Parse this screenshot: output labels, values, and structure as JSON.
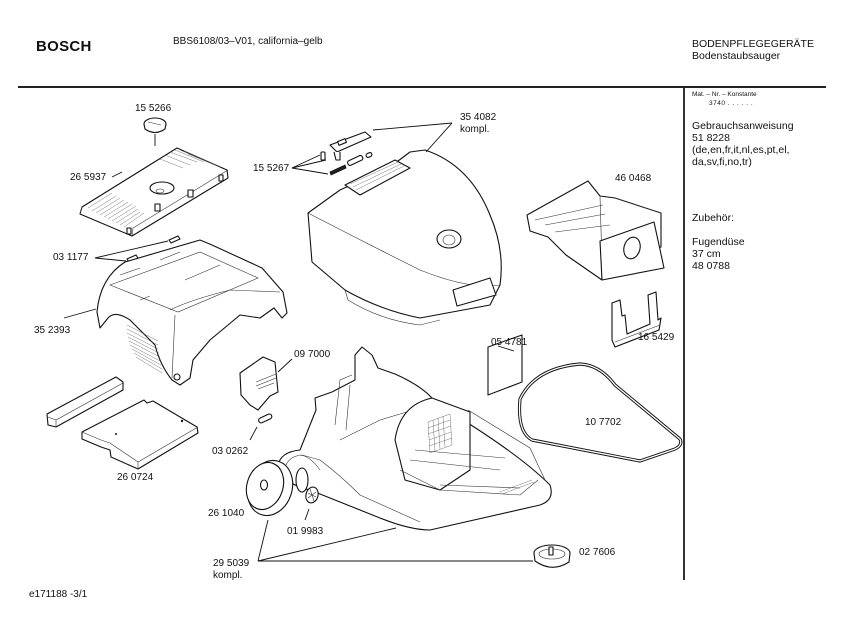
{
  "header": {
    "brand": "BOSCH",
    "model": "BBS6108/03–V01, california–gelb",
    "category": "BODENPFLEGEGERÄTE",
    "subcategory": "Bodenstaubsauger"
  },
  "sidebar": {
    "mat_label": "Mat. – Nr. – Konstante",
    "mat_value": "3740  .  .  .  .  .  .",
    "manual_title": "Gebrauchsanweisung",
    "manual_number": "51 8228",
    "manual_languages_1": "(de,en,fr,it,nl,es,pt,el,",
    "manual_languages_2": "da,sv,fi,no,tr)",
    "accessories_title": "Zubehör:",
    "accessory_name": "Fugendüse",
    "accessory_size": "37 cm",
    "accessory_number": "48 0788"
  },
  "parts": {
    "knob": "15 5266",
    "filter_cover": "26 5937",
    "latch_springs": "15 5267",
    "lid_complete": "35 4082",
    "lid_complete_suffix": "kompl.",
    "dust_bag": "46 0468",
    "clips": "03 1177",
    "housing_top": "35 2393",
    "bag_holder": "16 5429",
    "filter_pad": "05 4781",
    "flap": "09 7000",
    "gasket": "10 7702",
    "pin": "03 0262",
    "motor_filter": "26 0724",
    "wheel": "26 1040",
    "wheel_clip": "01 9983",
    "wheel_set": "29 5039",
    "wheel_set_suffix": "kompl.",
    "castor": "02 7606"
  },
  "footer": {
    "doc_id": "e171188 -3/1"
  }
}
